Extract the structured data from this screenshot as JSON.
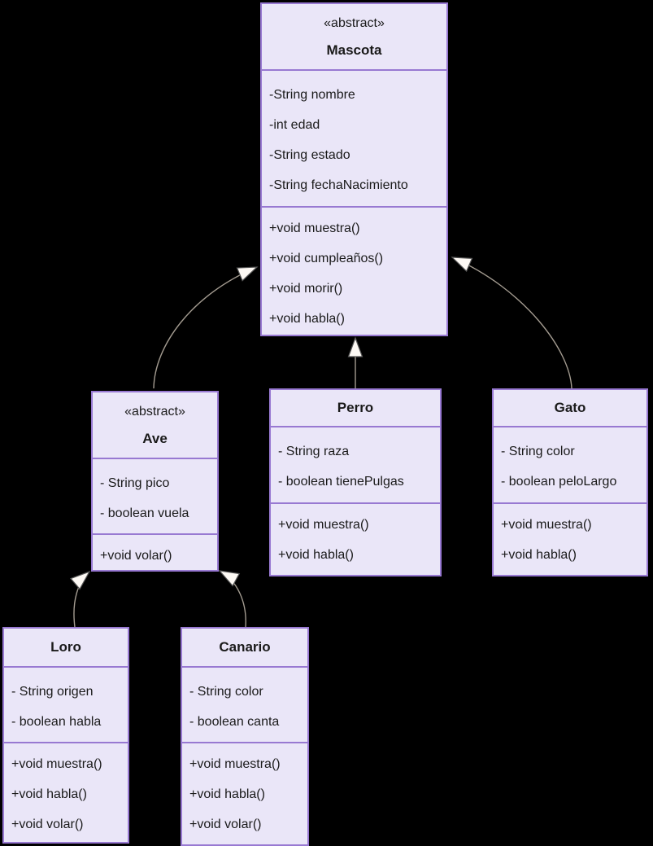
{
  "diagram": {
    "type": "uml-class-diagram",
    "classes": [
      {
        "id": "mascota",
        "stereotype": "«abstract»",
        "name": "Mascota",
        "attributes": [
          "-String nombre",
          "-int edad",
          "-String estado",
          "-String fechaNacimiento"
        ],
        "methods": [
          "+void muestra()",
          "+void cumpleaños()",
          "+void morir()",
          "+void habla()"
        ]
      },
      {
        "id": "ave",
        "stereotype": "«abstract»",
        "name": "Ave",
        "attributes": [
          "- String pico",
          "- boolean vuela"
        ],
        "methods": [
          "+void volar()"
        ]
      },
      {
        "id": "perro",
        "name": "Perro",
        "attributes": [
          "- String raza",
          "- boolean tienePulgas"
        ],
        "methods": [
          "+void muestra()",
          "+void habla()"
        ]
      },
      {
        "id": "gato",
        "name": "Gato",
        "attributes": [
          "- String color",
          "- boolean peloLargo"
        ],
        "methods": [
          "+void muestra()",
          "+void habla()"
        ]
      },
      {
        "id": "loro",
        "name": "Loro",
        "attributes": [
          "- String origen",
          "- boolean habla"
        ],
        "methods": [
          "+void muestra()",
          "+void habla()",
          "+void volar()"
        ]
      },
      {
        "id": "canario",
        "name": "Canario",
        "attributes": [
          "- String color",
          "- boolean canta"
        ],
        "methods": [
          "+void muestra()",
          "+void habla()",
          "+void volar()"
        ]
      }
    ],
    "relationships": [
      {
        "from": "Ave",
        "to": "Mascota",
        "type": "inheritance"
      },
      {
        "from": "Perro",
        "to": "Mascota",
        "type": "inheritance"
      },
      {
        "from": "Gato",
        "to": "Mascota",
        "type": "inheritance"
      },
      {
        "from": "Loro",
        "to": "Ave",
        "type": "inheritance"
      },
      {
        "from": "Canario",
        "to": "Ave",
        "type": "inheritance"
      }
    ],
    "colors": {
      "background": "#000000",
      "class_fill": "#eae6f8",
      "class_border": "#9879d2",
      "text": "#1a1a1a",
      "arrow_line": "#a39b90",
      "arrowhead_fill": "#fdf9f4",
      "arrowhead_stroke": "#555555"
    }
  }
}
